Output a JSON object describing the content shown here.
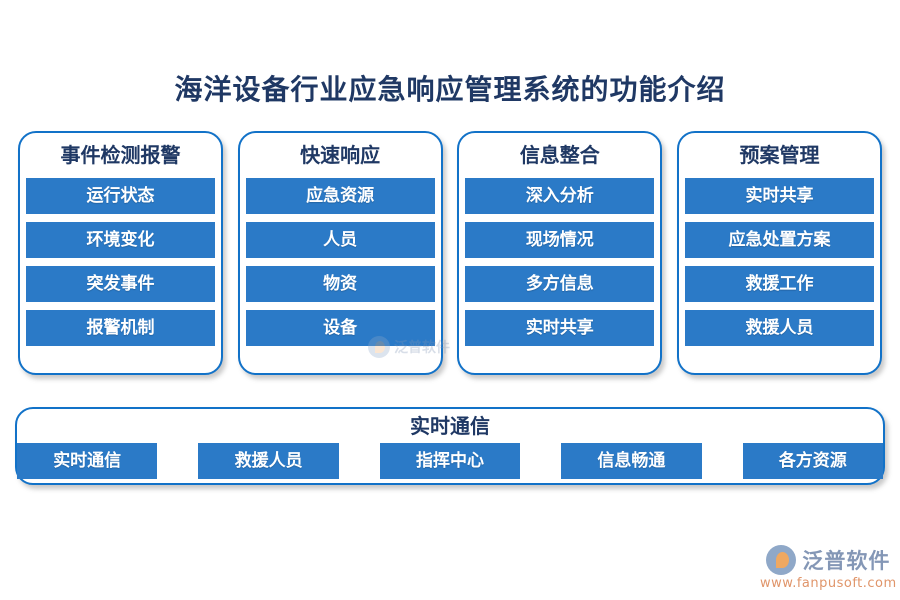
{
  "page": {
    "title": "海洋设备行业应急响应管理系统的功能介绍",
    "background_color": "#ffffff",
    "title_color": "#1f3864",
    "accent_color": "#2b7ac7",
    "border_color": "#1272c8"
  },
  "columns": [
    {
      "title": "事件检测报警",
      "items": [
        "运行状态",
        "环境变化",
        "突发事件",
        "报警机制"
      ]
    },
    {
      "title": "快速响应",
      "items": [
        "应急资源",
        "人员",
        "物资",
        "设备"
      ]
    },
    {
      "title": "信息整合",
      "items": [
        "深入分析",
        "现场情况",
        "多方信息",
        "实时共享"
      ]
    },
    {
      "title": "预案管理",
      "items": [
        "实时共享",
        "应急处置方案",
        "救援工作",
        "救援人员"
      ]
    }
  ],
  "bottom": {
    "title": "实时通信",
    "items": [
      "实时通信",
      "救援人员",
      "指挥中心",
      "信息畅通",
      "各方资源"
    ]
  },
  "watermark": {
    "text": "泛普软件"
  },
  "brand": {
    "name": "泛普软件",
    "url": "www.fanpusoft.com"
  }
}
